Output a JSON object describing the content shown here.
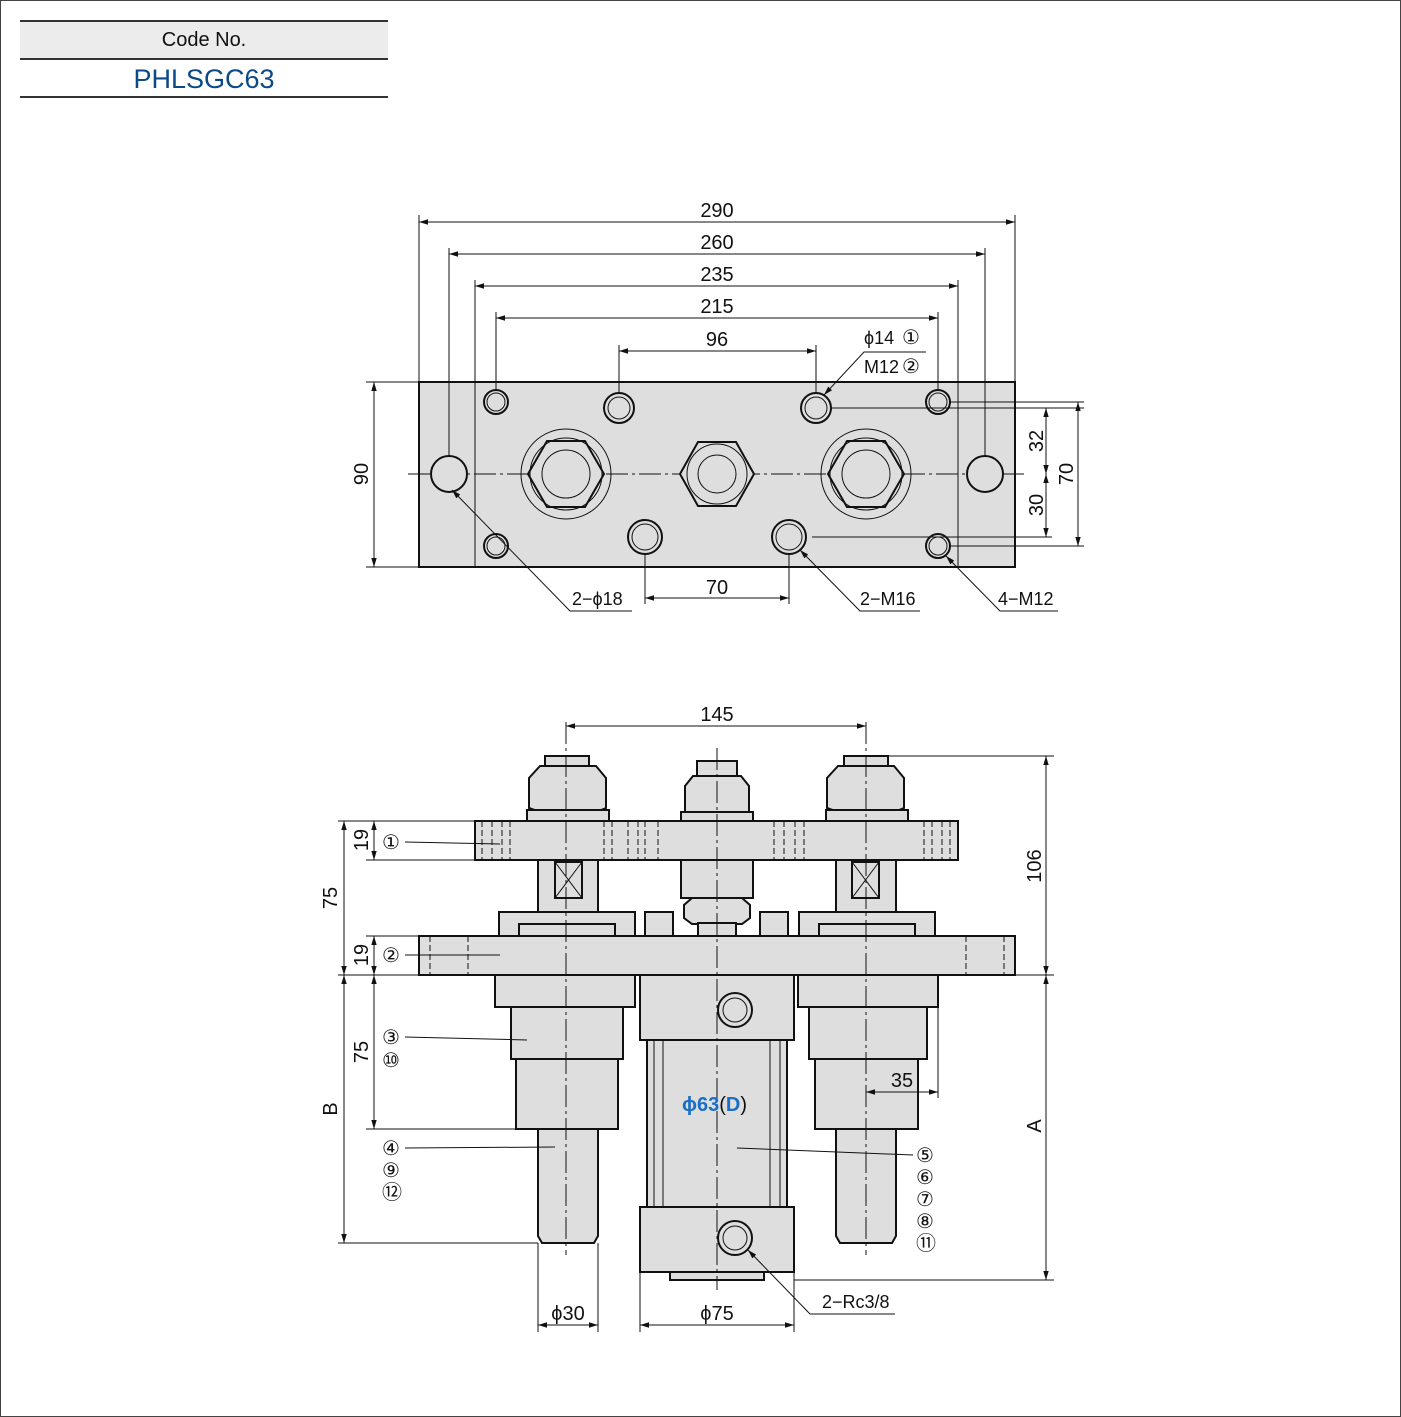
{
  "header": {
    "code_label": "Code No.",
    "code_value": "PHLSGC63"
  },
  "top_view": {
    "dims": {
      "w290": "290",
      "w260": "260",
      "w235": "235",
      "w215": "215",
      "w96": "96",
      "h90": "90",
      "h32": "32",
      "h30": "30",
      "h70": "70",
      "w70": "70"
    },
    "callouts": {
      "phi14": "ϕ14",
      "phi14_ref": "①",
      "m12": "M12",
      "m12_ref": "②",
      "holes_2phi18": "2−ϕ18",
      "holes_2m16": "2−M16",
      "holes_4m12": "4−M12"
    }
  },
  "front_view": {
    "dims": {
      "w145": "145",
      "h19_top": "19",
      "h75_left": "75",
      "h19_mid": "19",
      "h75_rod": "75",
      "B": "B",
      "h106": "106",
      "A": "A",
      "w35": "35",
      "d30": "ϕ30",
      "d75": "ϕ75",
      "port": "2−Rc3/8"
    },
    "bore": {
      "phi": "ϕ63",
      "open": "(",
      "letter": "D",
      "close": ")"
    },
    "parts": {
      "p1": "①",
      "p2": "②",
      "p3": "③",
      "p10": "⑩",
      "p4": "④",
      "p9": "⑨",
      "p12": "⑫",
      "p5": "⑤",
      "p6": "⑥",
      "p7": "⑦",
      "p8": "⑧",
      "p11": "⑪"
    }
  },
  "colors": {
    "part_fill": "#dedede",
    "line": "#111111",
    "code_blue": "#0b4a86",
    "bore_blue": "#1a6fc4"
  }
}
